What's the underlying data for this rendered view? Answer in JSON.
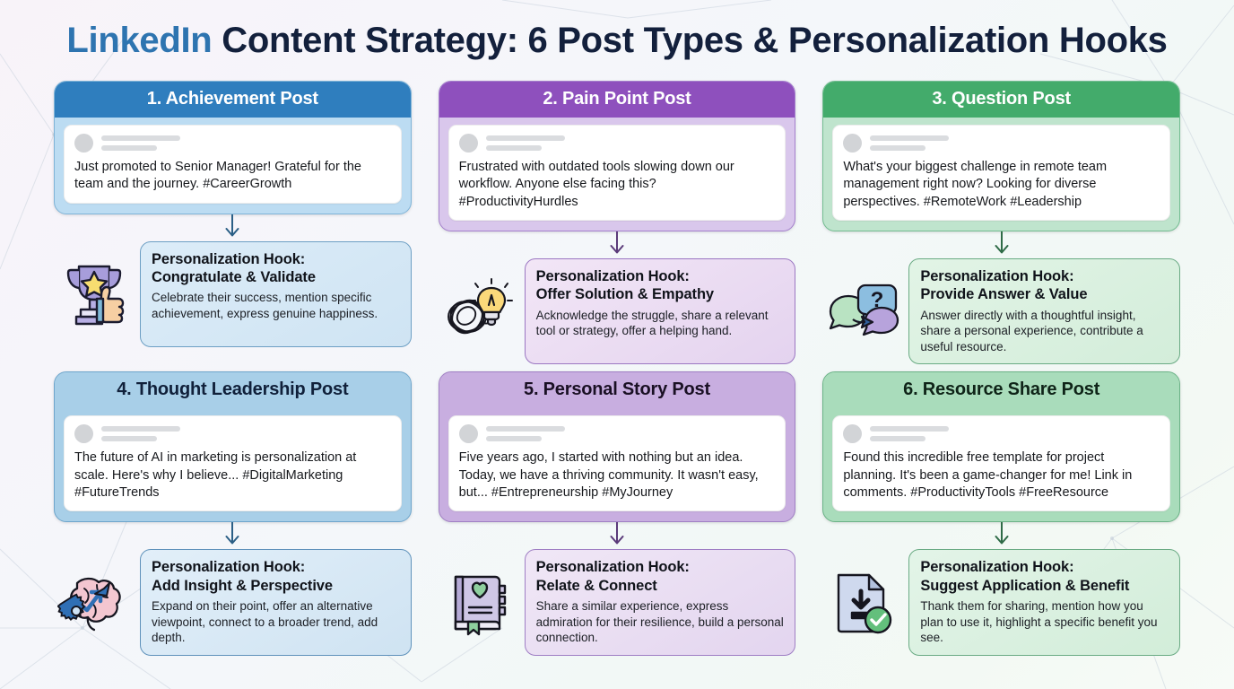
{
  "title": {
    "brand": "LinkedIn",
    "rest": " Content Strategy: 6 Post Types & Personalization Hooks"
  },
  "colors": {
    "brand_blue": "#2e74b0",
    "title_dark": "#13203c",
    "card1_header": "#2f7ebe",
    "card2_header": "#8e50bd",
    "card3_header": "#43ab6b",
    "card4_header": "#a8cfe8",
    "card5_header": "#c8aee0",
    "card6_header": "#a9dcbb"
  },
  "hook_label": "Personalization Hook:",
  "cards": [
    {
      "header": "1. Achievement Post",
      "post_text": "Just promoted to Senior Manager! Grateful for the team and the journey. #CareerGrowth",
      "icon": "trophy-thumbsup-icon",
      "hook_title": "Congratulate & Validate",
      "hook_desc": "Celebrate their success, mention specific achievement, express genuine happiness."
    },
    {
      "header": "2. Pain Point Post",
      "post_text": "Frustrated with outdated tools slowing down our workflow. Anyone else facing this? #ProductivityHurdles",
      "icon": "tangle-lightbulb-icon",
      "hook_title": "Offer Solution & Empathy",
      "hook_desc": "Acknowledge the struggle, share a relevant tool or strategy, offer a helping hand."
    },
    {
      "header": "3. Question Post",
      "post_text": "What's your biggest challenge in remote team management right now? Looking for diverse perspectives. #RemoteWork #Leadership",
      "icon": "question-speech-bubbles-icon",
      "hook_title": "Provide Answer & Value",
      "hook_desc": "Answer directly with a thoughtful insight, share a personal experience, contribute a useful resource."
    },
    {
      "header": "4. Thought Leadership Post",
      "post_text": "The future of AI in marketing is personalization at scale. Here's why I believe... #DigitalMarketing #FutureTrends",
      "icon": "brain-gear-growth-icon",
      "hook_title": "Add Insight & Perspective",
      "hook_desc": "Expand on their point, offer an alternative viewpoint, connect to a broader trend, add depth."
    },
    {
      "header": "5. Personal Story Post",
      "post_text": "Five years ago, I started with nothing but an idea. Today, we have a thriving community. It wasn't easy, but... #Entrepreneurship #MyJourney",
      "icon": "journal-heart-icon",
      "hook_title": "Relate & Connect",
      "hook_desc": "Share a similar experience, express admiration for their resilience, build a personal connection."
    },
    {
      "header": "6. Resource Share Post",
      "post_text": "Found this incredible free template for project planning. It's been a game-changer for me! Link in comments. #ProductivityTools #FreeResource",
      "icon": "download-document-check-icon",
      "hook_title": "Suggest Application & Benefit",
      "hook_desc": "Thank them for sharing, mention how you plan to use it, highlight a specific benefit you see."
    }
  ]
}
